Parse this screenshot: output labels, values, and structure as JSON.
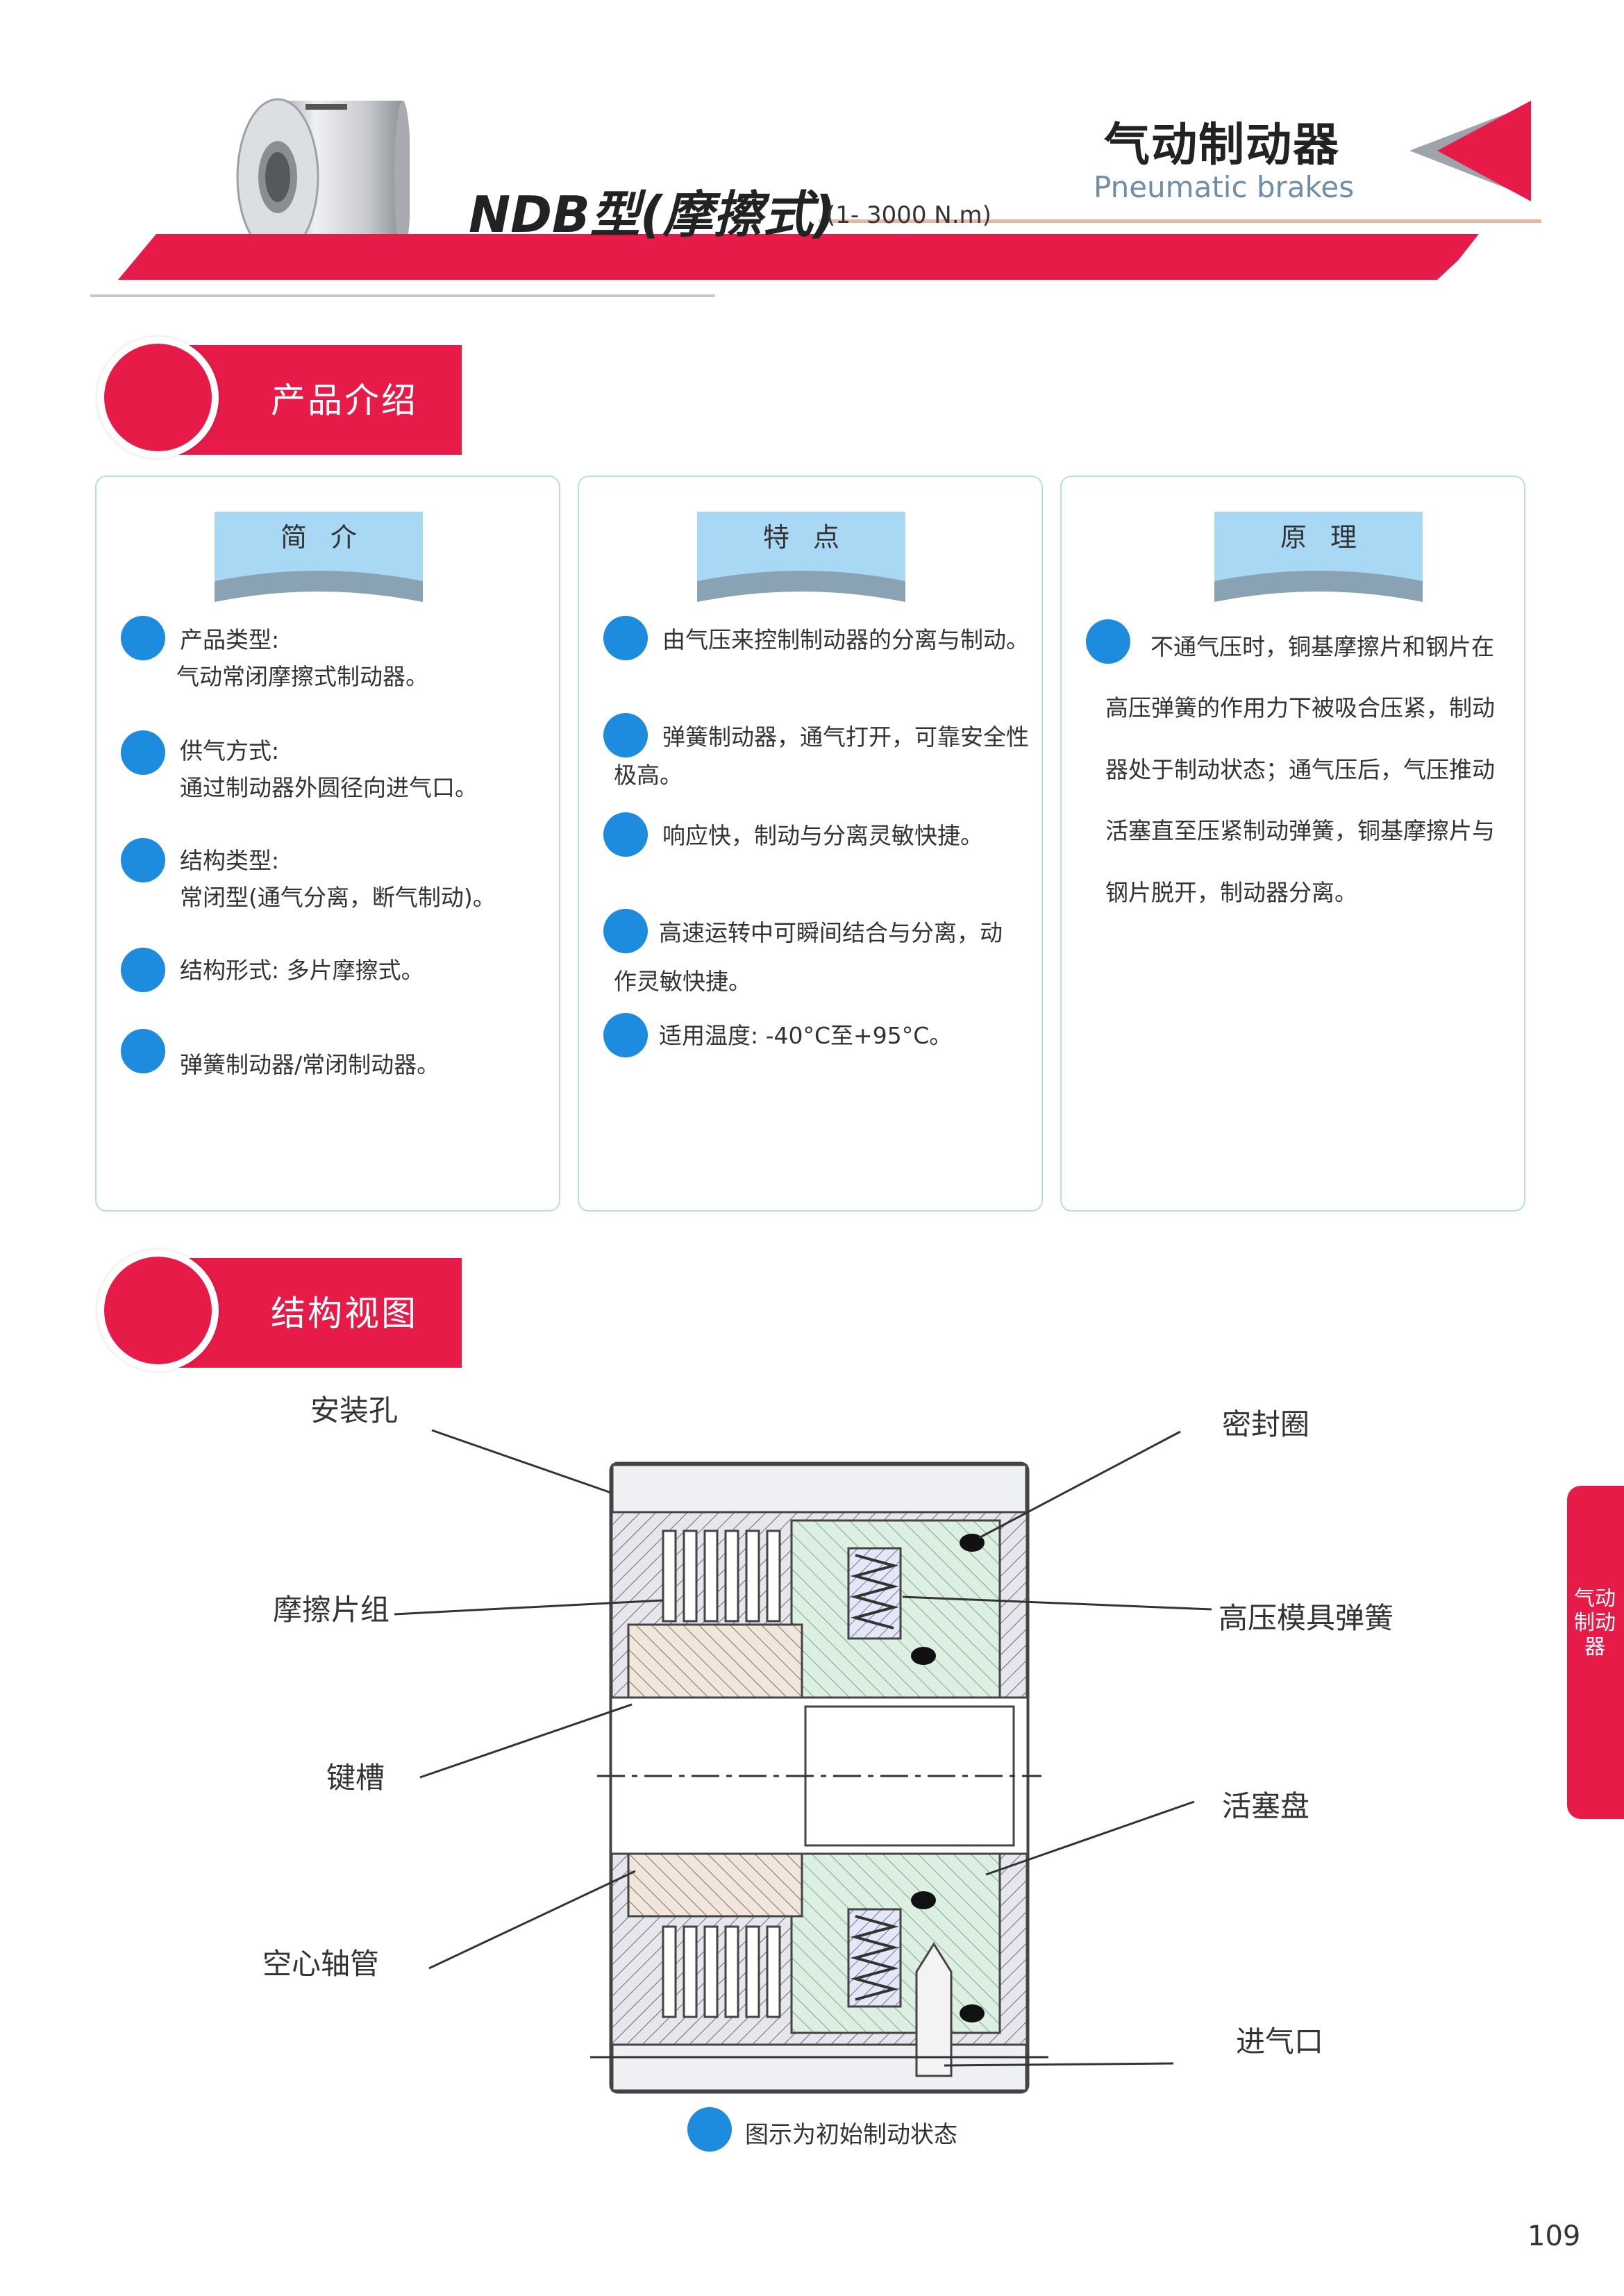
{
  "header": {
    "model_title": "NDB型(摩擦式)",
    "torque_range": "(1- 3000 N.m)",
    "title_cn": "气动制动器",
    "title_en": "Pneumatic brakes"
  },
  "sections": {
    "intro": "产品介绍",
    "structure": "结构视图"
  },
  "cards": {
    "summary": {
      "heading": "简介",
      "items": [
        {
          "line1": "产品类型:",
          "line2": "气动常闭摩擦式制动器。"
        },
        {
          "line1": "供气方式:",
          "line2": "通过制动器外圆径向进气口。"
        },
        {
          "line1": "结构类型:",
          "line2": "常闭型(通气分离，断气制动)。"
        },
        {
          "line1": "结构形式: 多片摩擦式。"
        },
        {
          "line1": "弹簧制动器/常闭制动器。"
        }
      ]
    },
    "features": {
      "heading": "特点",
      "items": [
        {
          "line1": "由气压来控制制动器的分离与制动。"
        },
        {
          "line1": "弹簧制动器，通气打开，可靠安全性",
          "line2": "极高。"
        },
        {
          "line1": "响应快，制动与分离灵敏快捷。"
        },
        {
          "line1": "高速运转中可瞬间结合与分离，动",
          "line2": "作灵敏快捷。"
        },
        {
          "line1": "适用温度: -40°C至+95°C。"
        }
      ]
    },
    "principle": {
      "heading": "原理",
      "lines": [
        "不通气压时，铜基摩擦片和钢片在",
        "高压弹簧的作用力下被吸合压紧，制动",
        "器处于制动状态；通气压后，气压推动",
        "活塞直至压紧制动弹簧，铜基摩擦片与",
        "钢片脱开，制动器分离。"
      ]
    }
  },
  "diagram": {
    "labels": {
      "mount_hole": "安装孔",
      "friction_pack": "摩擦片组",
      "keyway": "键槽",
      "hollow_shaft": "空心轴管",
      "seal": "密封圈",
      "spring": "高压模具弹簧",
      "piston": "活塞盘",
      "air_inlet": "进气口"
    },
    "caption": "图示为初始制动状态"
  },
  "side_tab": "气动制动器",
  "page_number": "109",
  "colors": {
    "accent_red": "#e61b48",
    "bullet_blue": "#1d8bde",
    "ribbon_blue": "#a9d8f5",
    "card_border": "#b7ddea"
  }
}
